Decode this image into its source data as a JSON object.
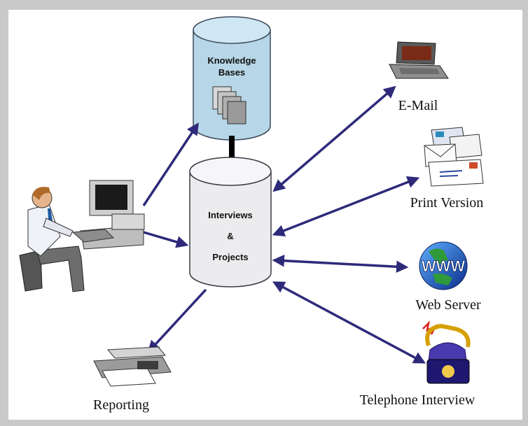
{
  "diagram": {
    "knowledge_base": {
      "line1": "Knowledge",
      "line2": "Bases"
    },
    "interviews": {
      "line1": "Interviews",
      "line2": "&",
      "line3": "Projects"
    },
    "outputs": {
      "email": "E-Mail",
      "print": "Print Version",
      "web": "Web Server",
      "telephone": "Telephone Interview",
      "reporting": "Reporting"
    },
    "web_badge": "WWW"
  },
  "colors": {
    "background": "#c9c9c9",
    "canvas": "#ffffff",
    "arrow": "#2e2a7a",
    "knowledge_db_fill": "#b7d7e8",
    "interviews_db_fill": "#ececee"
  }
}
